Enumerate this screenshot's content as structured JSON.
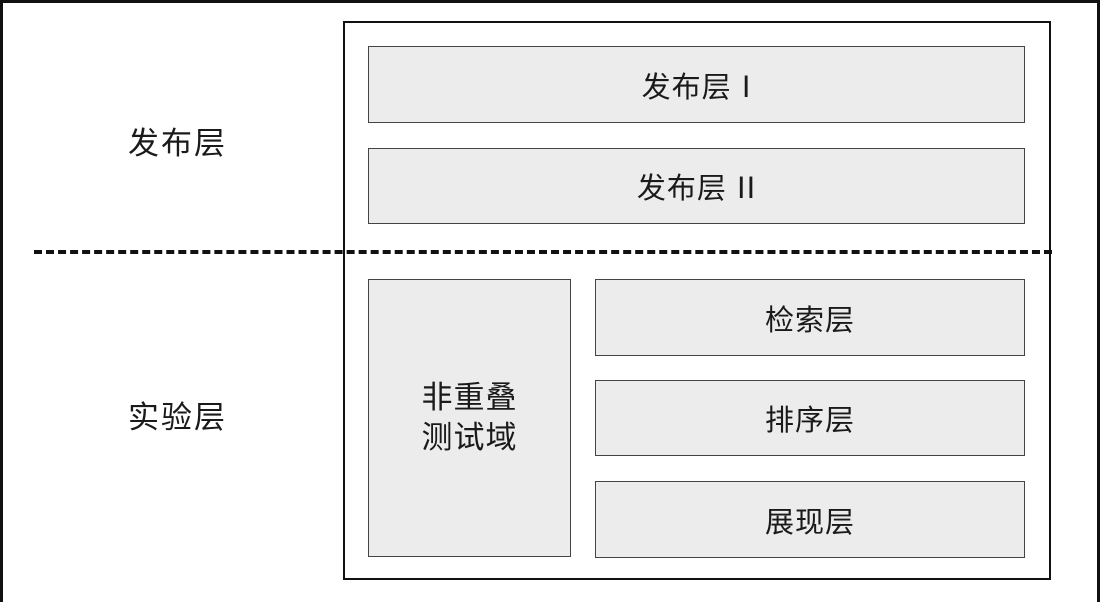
{
  "publish_layer": {
    "label": "发布层",
    "items": [
      "发布层 I",
      "发布层 II"
    ]
  },
  "experiment_layer": {
    "label": "实验层",
    "non_overlap_domain": [
      "非重叠",
      "测试域"
    ],
    "items": [
      "检索层",
      "排序层",
      "展现层"
    ]
  },
  "colors": {
    "box_fill": "#ececec",
    "border": "#111111"
  }
}
